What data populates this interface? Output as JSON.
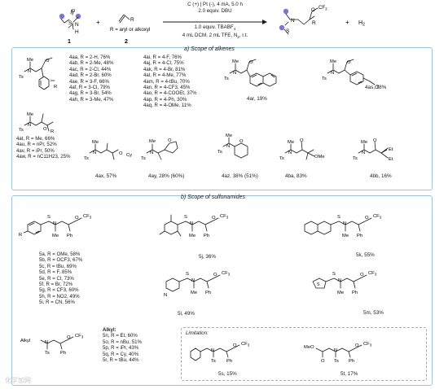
{
  "header": {
    "compound_1": "1",
    "compound_2": "2",
    "plus": "+",
    "r_def": "R = aryl or alkoxyl",
    "cond_1": "C (+) | Pt (-), 4 mA, 5.0 h",
    "cond_2": "2.0 equiv. DBU",
    "cond_3": "1.0 equiv. TBABF",
    "cond_3_sub": "4",
    "cond_4": "4 mL DCM, 2 mL TFE, N",
    "cond_4_sub": "2",
    "cond_4_end": ", r.t.",
    "h2": "H",
    "h2_sub": "2",
    "atom_s": "S",
    "atom_n": "N",
    "atom_h": "H",
    "atom_o": "O",
    "atom_r": "R",
    "cf3": "CF"
  },
  "section_a": {
    "title": "a) Scope of alkenes",
    "col1": [
      "4aa, R = 2-H, 76%",
      "4ab, R = 2-Me, 48%",
      "4ac, R = 2-Cl, 44%",
      "4ad, R = 2-Br, 60%",
      "4ae, R = 3-F, 66%",
      "4af, R = 3-Cl, 79%",
      "4ag, R = 3-Br, 54%",
      "4ah, R = 3-Me, 47%"
    ],
    "col2": [
      "4ai, R = 4-F, 76%",
      "4aj, R = 4-Cl, 75%",
      "4ak, R = 4-Br, 81%",
      "4al, R = 4-Me, 77%",
      "4am, R = 4-tBu, 70%",
      "4an, R = 4-CF3, 45%",
      "4ao, R = 4-COOEt, 37%",
      "4ap, R = 4-Ph, 30%",
      "4aq, R = 4-OMe, 11%"
    ],
    "col3": [
      "4at, R = Me, 66%",
      "4au, R = nPr, 52%",
      "4av, R = iPr, 50%",
      "4aw, R = nC11H23, 25%"
    ],
    "p4ar": "4ar, 19%",
    "p4as": "4as, 78%",
    "p4ax": "4ax, 57%",
    "p4ay": "4ay, 28% (60%)",
    "p4az": "4az, 38% (51%)",
    "p4ba": "4ba, 83%",
    "p4bb": "4bb, 16%",
    "ts": "Ts",
    "me": "Me",
    "cl": "Cl",
    "cy": "Cy",
    "ome": "OMe",
    "et": "Et"
  },
  "section_b": {
    "title": "b) Scope of sulfonamides",
    "aryl_list": [
      "5a, R = OMe, 58%",
      "5b, R = OCF3, 67%",
      "5c, R = tBu, 69%",
      "5d, R = F, 85%",
      "5e, R = Cl, 73%",
      "5f, R = Br, 72%",
      "5g, R = CF3, 60%",
      "5h, R = NO2, 49%",
      "5i, R = CN, 56%"
    ],
    "alkyl_head": "Alkyl:",
    "alkyl_list": [
      "5n, R = Et, 60%",
      "5o, R = nBu, 51%",
      "5p, R = iPr, 43%",
      "5q, R = Cy, 40%",
      "5r, R = tBu, 44%"
    ],
    "p5j": "5j, 36%",
    "p5k": "5k, 55%",
    "p5l": "5l, 49%",
    "p5m": "5m, 53%",
    "limitation": "Limitation:",
    "p5s": "5s, 15%",
    "p5t": "5t, 17%",
    "alkyl": "Alkyl",
    "ph": "Ph",
    "meo": "MeO"
  },
  "watermark": "化学加网"
}
